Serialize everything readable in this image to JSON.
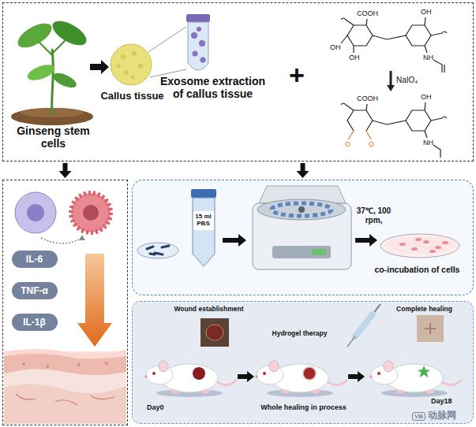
{
  "diagram": {
    "nodes": [
      {
        "text": [
          "Ginseng stem cells",
          "Callus tissue",
          "Exosome extraction of callus tissue"
        ]
      },
      {
        "text": []
      },
      {
        "text": [
          "IL-6"
        ],
        "in": 1
      },
      {
        "text": [
          "TNF-α"
        ],
        "in": 1
      },
      {
        "text": [
          "IL-1β"
        ],
        "in": 1
      },
      {
        "text": [
          "15 ml PBS",
          "37℃, 100 rpm,",
          "co-incubation of cells"
        ]
      },
      {
        "text": [
          "Wound establishment",
          "Hydrogel therapy",
          "Complete healing",
          "Whole healing in process"
        ]
      }
    ],
    "edges": [
      {
        "from": 0,
        "to": 1,
        "arrow": "to"
      },
      {
        "from": 0,
        "to": 5,
        "arrow": "to"
      }
    ],
    "labels": [
      "COOH",
      "OH",
      "OH",
      "OH",
      "NH",
      "NaIO₄",
      "COOH",
      "OH",
      "O",
      "O",
      "NH",
      "+",
      "Day0",
      "Day18",
      "VB",
      "动脉网"
    ]
  }
}
